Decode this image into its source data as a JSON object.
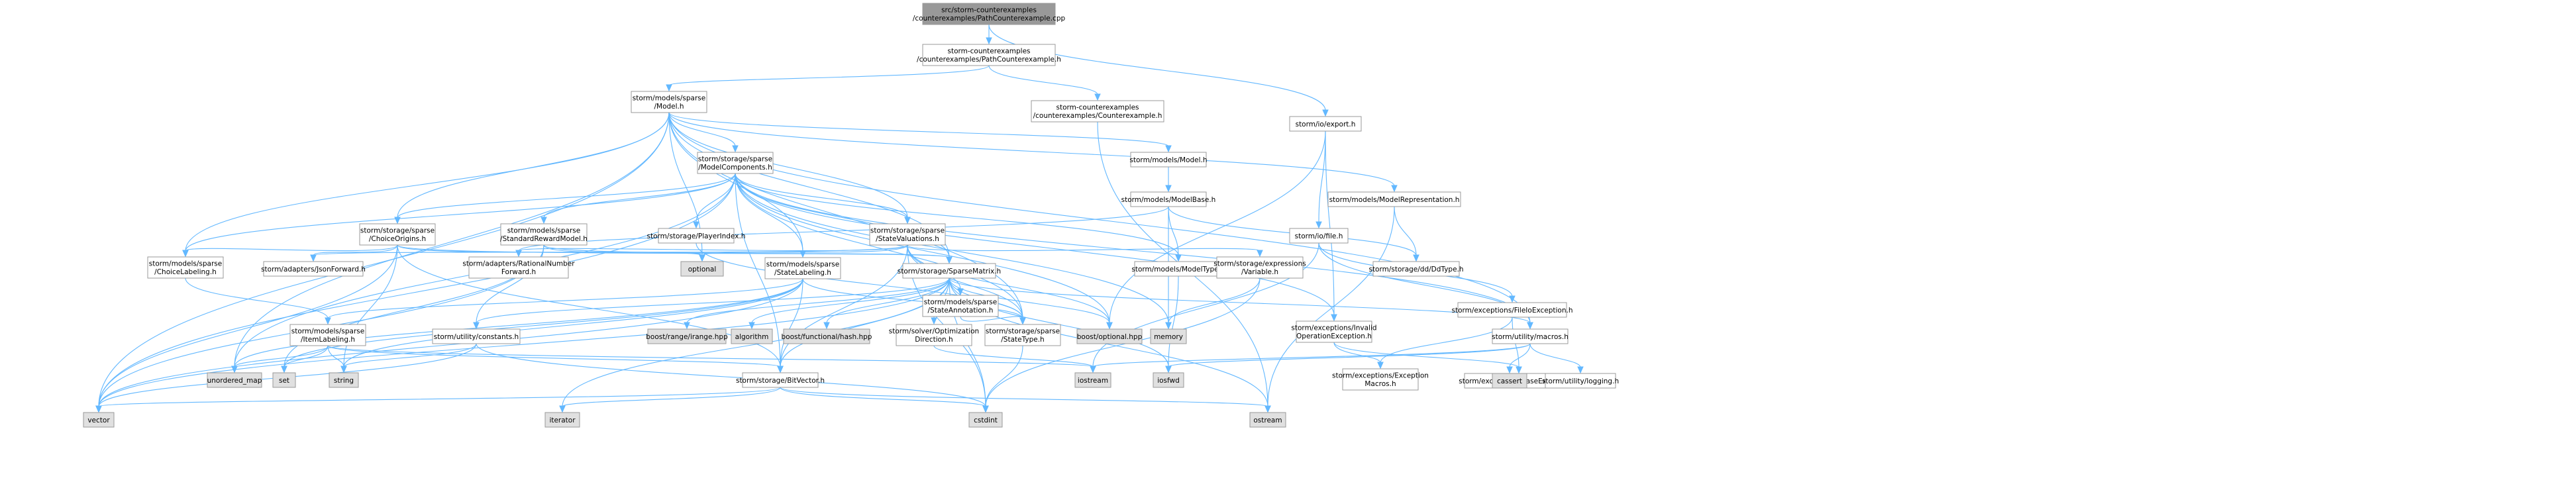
{
  "colors": {
    "node_fill": "#ffffff",
    "node_root_fill": "#999999",
    "node_external_fill": "#e0e0e0",
    "node_border": "#999999",
    "text": "#000000",
    "text_incomplete": "#ff0000",
    "edge": "#63b8ff"
  },
  "nodes": [
    {
      "id": "root",
      "lines": [
        "src/storm-counterexamples",
        "/counterexamples/PathCounterexample.cpp"
      ],
      "kind": "root"
    },
    {
      "id": "pce_h",
      "lines": [
        "storm-counterexamples",
        "/counterexamples/PathCounterexample.h"
      ],
      "kind": "normal"
    },
    {
      "id": "export_h",
      "lines": [
        "storm/io/export.h"
      ],
      "kind": "normal"
    },
    {
      "id": "model_h",
      "lines": [
        "storm/models/sparse",
        "/Model.h"
      ],
      "kind": "normal"
    },
    {
      "id": "cex_h",
      "lines": [
        "storm-counterexamples",
        "/counterexamples/Counterexample.h"
      ],
      "kind": "normal"
    },
    {
      "id": "modelcomp_h",
      "lines": [
        "storm/storage/sparse",
        "/ModelComponents.h"
      ],
      "kind": "normal"
    },
    {
      "id": "models_model_h",
      "lines": [
        "storm/models/Model.h"
      ],
      "kind": "normal"
    },
    {
      "id": "modelbase_h",
      "lines": [
        "storm/models/ModelBase.h"
      ],
      "kind": "normal"
    },
    {
      "id": "modelrep_h",
      "lines": [
        "storm/models/ModelRepresentation.h"
      ],
      "kind": "normal"
    },
    {
      "id": "choiceorigins_h",
      "lines": [
        "storm/storage/sparse",
        "/ChoiceOrigins.h"
      ],
      "kind": "normal"
    },
    {
      "id": "stdreward_h",
      "lines": [
        "storm/models/sparse",
        "/StandardRewardModel.h"
      ],
      "kind": "incomplete"
    },
    {
      "id": "playerindex_h",
      "lines": [
        "storm/storage/PlayerIndex.h"
      ],
      "kind": "incomplete"
    },
    {
      "id": "stateval_h",
      "lines": [
        "storm/storage/sparse",
        "/StateValuations.h"
      ],
      "kind": "normal"
    },
    {
      "id": "file_h",
      "lines": [
        "storm/io/file.h"
      ],
      "kind": "normal"
    },
    {
      "id": "choicelabel_h",
      "lines": [
        "storm/models/sparse",
        "/ChoiceLabeling.h"
      ],
      "kind": "normal"
    },
    {
      "id": "jsonfwd_h",
      "lines": [
        "storm/adapters/JsonForward.h"
      ],
      "kind": "incomplete"
    },
    {
      "id": "optional",
      "lines": [
        "optional"
      ],
      "kind": "external"
    },
    {
      "id": "ratnum_h",
      "lines": [
        "storm/adapters/RationalNumber",
        "Forward.h"
      ],
      "kind": "incomplete"
    },
    {
      "id": "statelabel_h",
      "lines": [
        "storm/models/sparse",
        "/StateLabeling.h"
      ],
      "kind": "normal"
    },
    {
      "id": "sparsematrix_h",
      "lines": [
        "storm/storage/SparseMatrix.h"
      ],
      "kind": "normal"
    },
    {
      "id": "stateannot_h",
      "lines": [
        "storm/models/sparse",
        "/StateAnnotation.h"
      ],
      "kind": "normal"
    },
    {
      "id": "modeltype_h",
      "lines": [
        "storm/models/ModelType.h"
      ],
      "kind": "normal"
    },
    {
      "id": "exprvar_h",
      "lines": [
        "storm/storage/expressions",
        "/Variable.h"
      ],
      "kind": "incomplete"
    },
    {
      "id": "ddtype_h",
      "lines": [
        "storm/storage/dd/DdType.h"
      ],
      "kind": "normal"
    },
    {
      "id": "fileexc_h",
      "lines": [
        "storm/exceptions/FileIoException.h"
      ],
      "kind": "normal"
    },
    {
      "id": "invalidop_h",
      "lines": [
        "storm/exceptions/Invalid",
        "OperationException.h"
      ],
      "kind": "normal"
    },
    {
      "id": "itemlabel_h",
      "lines": [
        "storm/models/sparse",
        "/ItemLabeling.h"
      ],
      "kind": "normal"
    },
    {
      "id": "constants_h",
      "lines": [
        "storm/utility/constants.h"
      ],
      "kind": "incomplete"
    },
    {
      "id": "rangerange",
      "lines": [
        "boost/range/irange.hpp"
      ],
      "kind": "external"
    },
    {
      "id": "algorithm",
      "lines": [
        "algorithm"
      ],
      "kind": "external"
    },
    {
      "id": "boosthash",
      "lines": [
        "boost/functional/hash.hpp"
      ],
      "kind": "external"
    },
    {
      "id": "optdir_h",
      "lines": [
        "storm/solver/Optimization",
        "Direction.h"
      ],
      "kind": "normal"
    },
    {
      "id": "statetype_h",
      "lines": [
        "storm/storage/sparse",
        "/StateType.h"
      ],
      "kind": "normal"
    },
    {
      "id": "boostoptional",
      "lines": [
        "boost/optional.hpp"
      ],
      "kind": "external"
    },
    {
      "id": "memory",
      "lines": [
        "memory"
      ],
      "kind": "external"
    },
    {
      "id": "macros_h",
      "lines": [
        "storm/utility/macros.h"
      ],
      "kind": "normal"
    },
    {
      "id": "excmacros_h",
      "lines": [
        "storm/exceptions/Exception",
        "Macros.h"
      ],
      "kind": "normal"
    },
    {
      "id": "baseexc_h",
      "lines": [
        "storm/exceptions/BaseException.h"
      ],
      "kind": "incomplete"
    },
    {
      "id": "unordered_map",
      "lines": [
        "unordered_map"
      ],
      "kind": "external"
    },
    {
      "id": "set",
      "lines": [
        "set"
      ],
      "kind": "external"
    },
    {
      "id": "string",
      "lines": [
        "string"
      ],
      "kind": "external"
    },
    {
      "id": "bitvector_h",
      "lines": [
        "storm/storage/BitVector.h"
      ],
      "kind": "incomplete"
    },
    {
      "id": "iostream",
      "lines": [
        "iostream"
      ],
      "kind": "external"
    },
    {
      "id": "iosfwd",
      "lines": [
        "iosfwd"
      ],
      "kind": "external"
    },
    {
      "id": "cassert",
      "lines": [
        "cassert"
      ],
      "kind": "external"
    },
    {
      "id": "logging_h",
      "lines": [
        "storm/utility/logging.h"
      ],
      "kind": "incomplete"
    },
    {
      "id": "vector",
      "lines": [
        "vector"
      ],
      "kind": "external"
    },
    {
      "id": "iterator",
      "lines": [
        "iterator"
      ],
      "kind": "external"
    },
    {
      "id": "cstdint",
      "lines": [
        "cstdint"
      ],
      "kind": "external"
    },
    {
      "id": "ostream",
      "lines": [
        "ostream"
      ],
      "kind": "external"
    }
  ],
  "edges": [
    [
      "root",
      "pce_h"
    ],
    [
      "root",
      "export_h"
    ],
    [
      "pce_h",
      "model_h"
    ],
    [
      "pce_h",
      "cex_h"
    ],
    [
      "cex_h",
      "ostream"
    ],
    [
      "export_h",
      "file_h"
    ],
    [
      "export_h",
      "boostoptional"
    ],
    [
      "export_h",
      "invalidop_h"
    ],
    [
      "model_h",
      "models_model_h"
    ],
    [
      "model_h",
      "modelrep_h"
    ],
    [
      "model_h",
      "modelcomp_h"
    ],
    [
      "model_h",
      "choiceorigins_h"
    ],
    [
      "model_h",
      "stateval_h"
    ],
    [
      "model_h",
      "choicelabel_h"
    ],
    [
      "model_h",
      "optional"
    ],
    [
      "model_h",
      "statelabel_h"
    ],
    [
      "model_h",
      "sparsematrix_h"
    ],
    [
      "model_h",
      "statetype_h"
    ],
    [
      "model_h",
      "macros_h"
    ],
    [
      "model_h",
      "unordered_map"
    ],
    [
      "model_h",
      "vector"
    ],
    [
      "modelcomp_h",
      "choiceorigins_h"
    ],
    [
      "modelcomp_h",
      "stdreward_h"
    ],
    [
      "modelcomp_h",
      "playerindex_h"
    ],
    [
      "modelcomp_h",
      "stateval_h"
    ],
    [
      "modelcomp_h",
      "choicelabel_h"
    ],
    [
      "modelcomp_h",
      "statelabel_h"
    ],
    [
      "modelcomp_h",
      "sparsematrix_h"
    ],
    [
      "modelcomp_h",
      "modeltype_h"
    ],
    [
      "modelcomp_h",
      "bitvector_h"
    ],
    [
      "modelcomp_h",
      "statetype_h"
    ],
    [
      "modelcomp_h",
      "boostoptional"
    ],
    [
      "modelcomp_h",
      "memory"
    ],
    [
      "modelcomp_h",
      "unordered_map"
    ],
    [
      "modelcomp_h",
      "vector"
    ],
    [
      "modelcomp_h",
      "invalidop_h"
    ],
    [
      "modelcomp_h",
      "macros_h"
    ],
    [
      "models_model_h",
      "modelbase_h"
    ],
    [
      "modelbase_h",
      "modeltype_h"
    ],
    [
      "modelbase_h",
      "ddtype_h"
    ],
    [
      "modelbase_h",
      "memory"
    ],
    [
      "modelbase_h",
      "ratnum_h"
    ],
    [
      "modelrep_h",
      "ddtype_h"
    ],
    [
      "modelrep_h",
      "ostream"
    ],
    [
      "modeltype_h",
      "iosfwd"
    ],
    [
      "choiceorigins_h",
      "jsonfwd_h"
    ],
    [
      "choiceorigins_h",
      "choicelabel_h"
    ],
    [
      "choiceorigins_h",
      "sparsematrix_h"
    ],
    [
      "choiceorigins_h",
      "bitvector_h"
    ],
    [
      "choiceorigins_h",
      "string"
    ],
    [
      "choiceorigins_h",
      "vector"
    ],
    [
      "choiceorigins_h",
      "optional"
    ],
    [
      "choicelabel_h",
      "itemlabel_h"
    ],
    [
      "stdreward_h",
      "optional"
    ],
    [
      "stdreward_h",
      "set"
    ],
    [
      "stdreward_h",
      "vector"
    ],
    [
      "stdreward_h",
      "sparsematrix_h"
    ],
    [
      "stdreward_h",
      "constants_h"
    ],
    [
      "playerindex_h",
      "statetype_h"
    ],
    [
      "stateval_h",
      "optional"
    ],
    [
      "stateval_h",
      "stateannot_h"
    ],
    [
      "stateval_h",
      "jsonfwd_h"
    ],
    [
      "stateval_h",
      "exprvar_h"
    ],
    [
      "stateval_h",
      "bitvector_h"
    ],
    [
      "stateval_h",
      "statetype_h"
    ],
    [
      "stateval_h",
      "cstdint"
    ],
    [
      "stateval_h",
      "boostoptional"
    ],
    [
      "stateval_h",
      "ratnum_h"
    ],
    [
      "stateannot_h",
      "statetype_h"
    ],
    [
      "exprvar_h",
      "memory"
    ],
    [
      "exprvar_h",
      "cstdint"
    ],
    [
      "statelabel_h",
      "itemlabel_h"
    ],
    [
      "statelabel_h",
      "bitvector_h"
    ],
    [
      "statelabel_h",
      "statetype_h"
    ],
    [
      "statelabel_h",
      "unordered_map"
    ],
    [
      "statelabel_h",
      "set"
    ],
    [
      "statelabel_h",
      "string"
    ],
    [
      "statelabel_h",
      "vector"
    ],
    [
      "itemlabel_h",
      "unordered_map"
    ],
    [
      "itemlabel_h",
      "set"
    ],
    [
      "itemlabel_h",
      "string"
    ],
    [
      "itemlabel_h",
      "bitvector_h"
    ],
    [
      "itemlabel_h",
      "iostream"
    ],
    [
      "sparsematrix_h",
      "rangerange"
    ],
    [
      "sparsematrix_h",
      "algorithm"
    ],
    [
      "sparsematrix_h",
      "boosthash"
    ],
    [
      "sparsematrix_h",
      "optdir_h"
    ],
    [
      "sparsematrix_h",
      "statetype_h"
    ],
    [
      "sparsematrix_h",
      "bitvector_h"
    ],
    [
      "sparsematrix_h",
      "boostoptional"
    ],
    [
      "sparsematrix_h",
      "iosfwd"
    ],
    [
      "sparsematrix_h",
      "cstdint"
    ],
    [
      "sparsematrix_h",
      "iterator"
    ],
    [
      "sparsematrix_h",
      "vector"
    ],
    [
      "sparsematrix_h",
      "ostream"
    ],
    [
      "sparsematrix_h",
      "macros_h"
    ],
    [
      "sparsematrix_h",
      "constants_h"
    ],
    [
      "optdir_h",
      "iostream"
    ],
    [
      "statetype_h",
      "cstdint"
    ],
    [
      "constants_h",
      "string"
    ],
    [
      "constants_h",
      "vector"
    ],
    [
      "constants_h",
      "cstdint"
    ],
    [
      "bitvector_h",
      "cstdint"
    ],
    [
      "bitvector_h",
      "iterator"
    ],
    [
      "bitvector_h",
      "ostream"
    ],
    [
      "bitvector_h",
      "vector"
    ],
    [
      "file_h",
      "fileexc_h"
    ],
    [
      "file_h",
      "macros_h"
    ],
    [
      "file_h",
      "iostream"
    ],
    [
      "fileexc_h",
      "excmacros_h"
    ],
    [
      "fileexc_h",
      "baseexc_h"
    ],
    [
      "invalidop_h",
      "excmacros_h"
    ],
    [
      "invalidop_h",
      "baseexc_h"
    ],
    [
      "macros_h",
      "cassert"
    ],
    [
      "macros_h",
      "iostream"
    ],
    [
      "macros_h",
      "logging_h"
    ],
    [
      "macros_h",
      "iosfwd"
    ]
  ]
}
